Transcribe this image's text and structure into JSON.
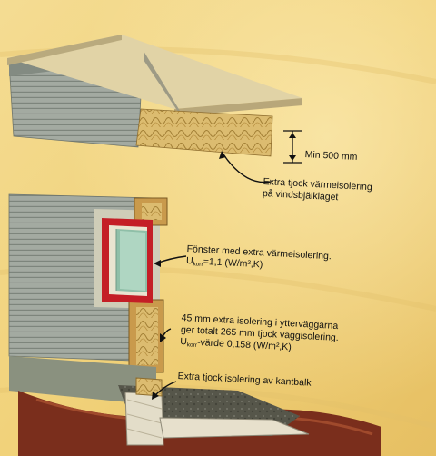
{
  "labels": {
    "depth": "Min 500 mm",
    "attic_line1": "Extra tjock värmeisolering",
    "attic_line2": "på vindsbjälklaget",
    "window_line1": "Fönster med extra värmeisolering.",
    "window_u": "U",
    "window_sub": "korr",
    "window_rest": "=1,1 (W/m²,K)",
    "wall_line1": "45 mm extra isolering i ytterväggarna",
    "wall_line2": "ger totalt 265 mm tjock väggisolering.",
    "wall_u": "U",
    "wall_sub": "korr",
    "wall_rest": "-värde 0,158 (W/m²,K)",
    "beam": "Extra tjock isolering av kantbalk"
  },
  "colors": {
    "background": "#f1d27a",
    "siding": "#9ea69c",
    "insulation": "#d9b86a",
    "timber": "#c89a4c",
    "window_frame": "#c41e26",
    "ground": "#5a5a4c"
  }
}
